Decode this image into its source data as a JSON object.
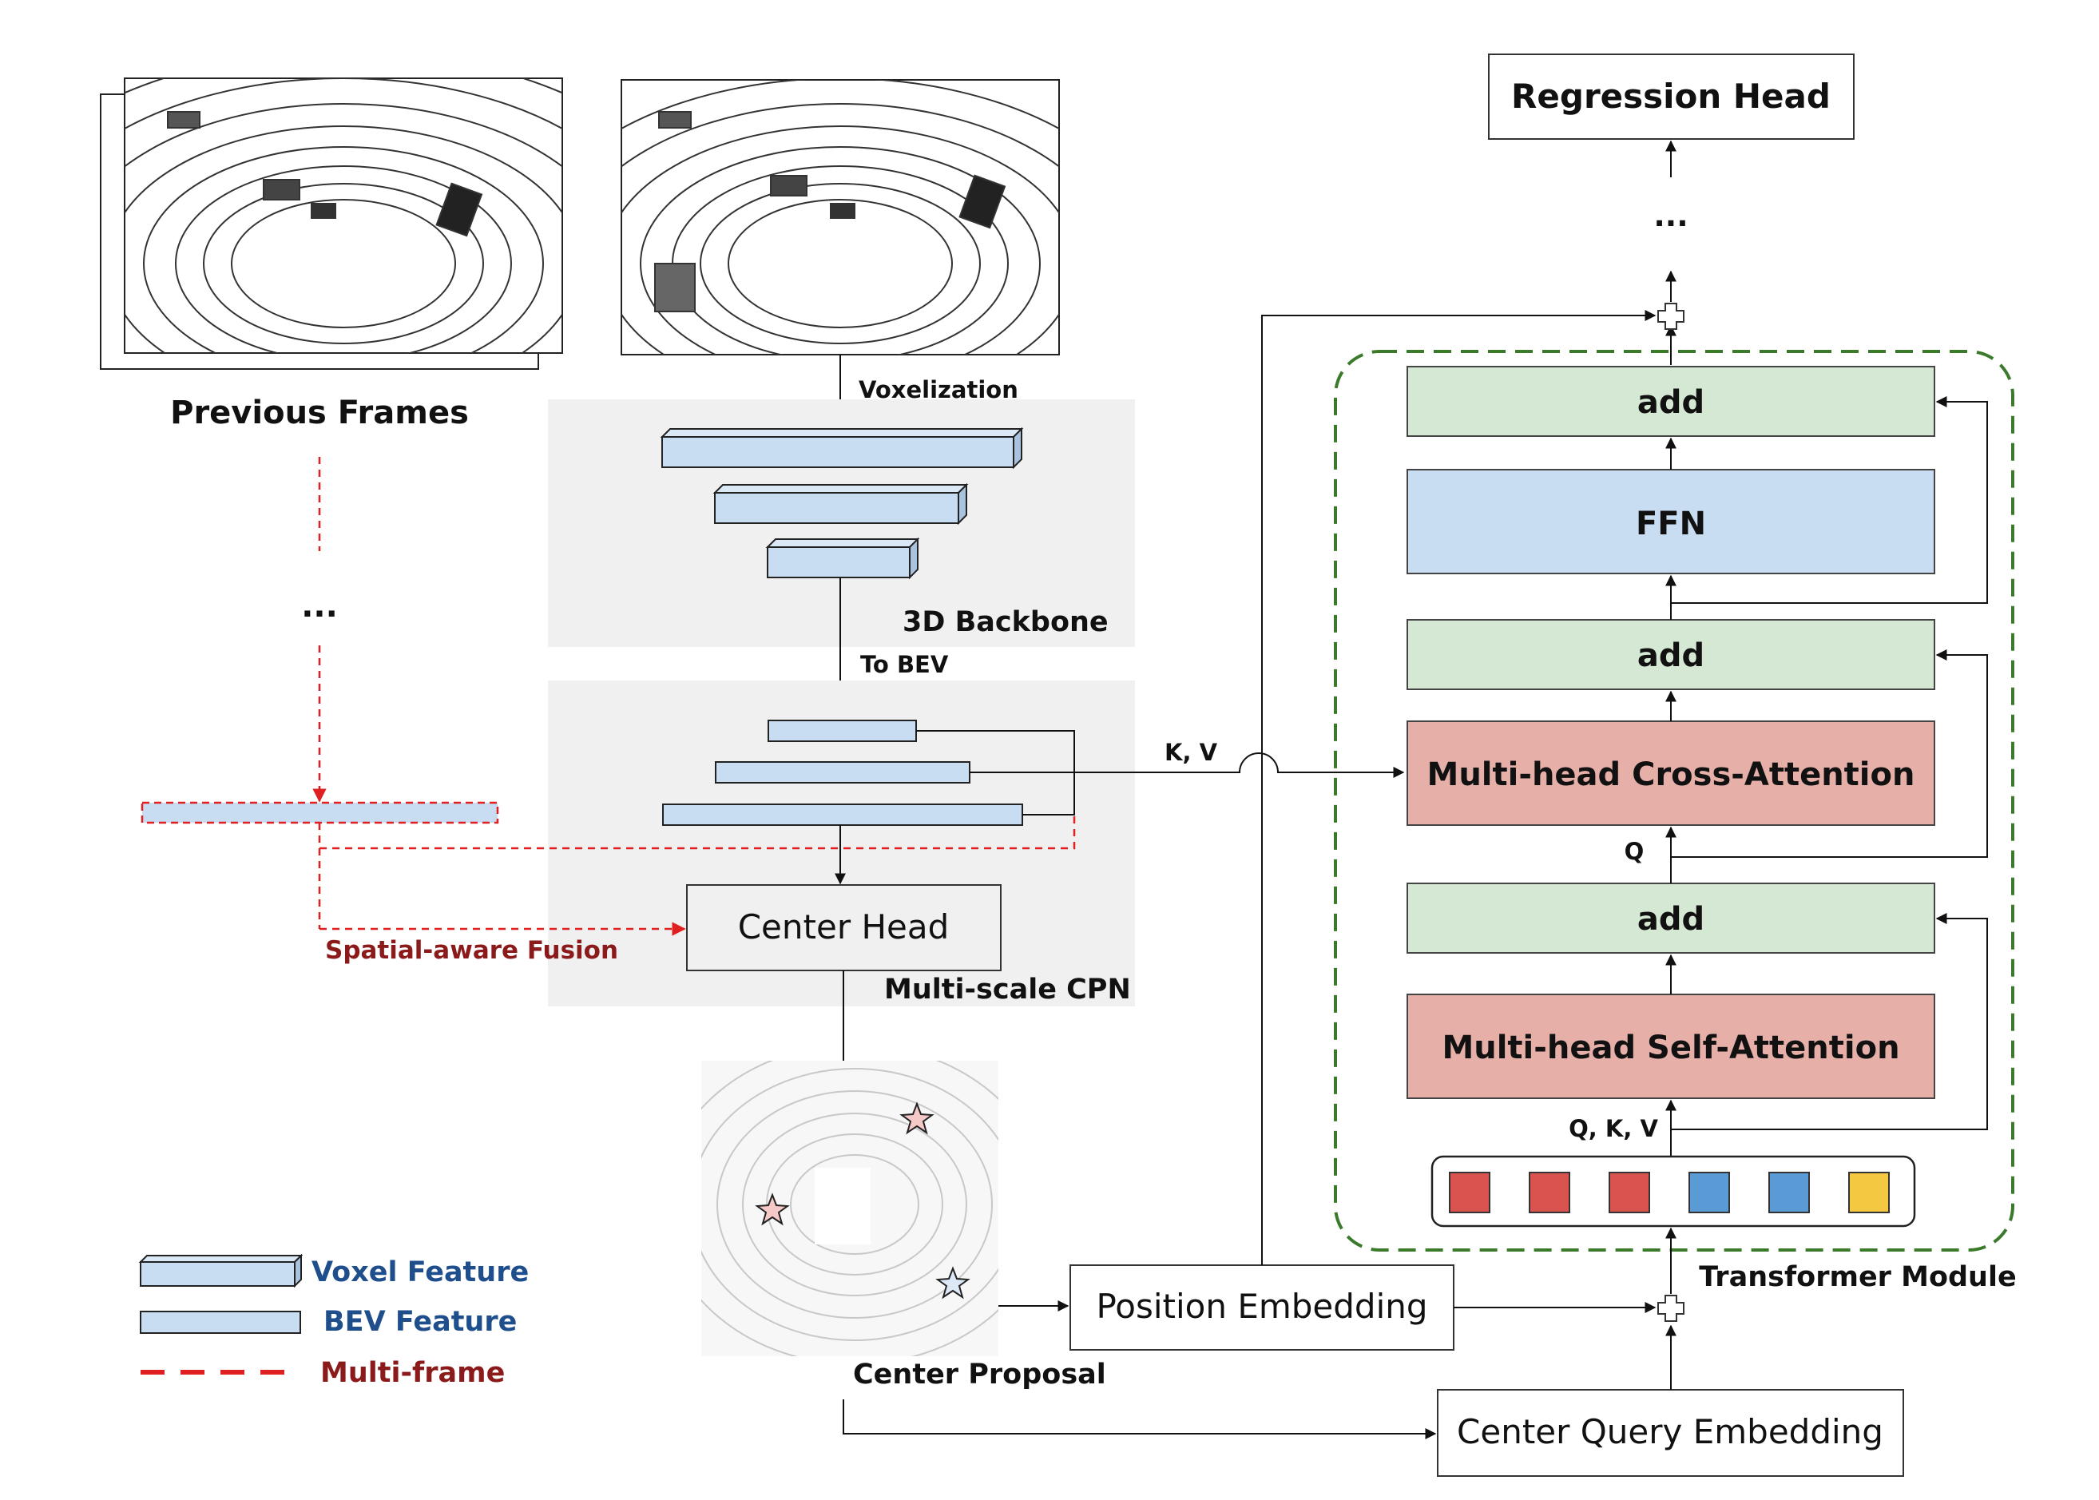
{
  "pipeline": {
    "previous_frames_label": "Previous Frames",
    "dots_left": "...",
    "voxelization_label": "Voxelization",
    "backbone_label": "3D Backbone",
    "to_bev_label": "To BEV",
    "kv_label": "K, V",
    "spatial_fusion_label": "Spatial-aware Fusion",
    "center_head_label": "Center Head",
    "cpn_label": "Multi-scale CPN",
    "center_proposal_label": "Center Proposal",
    "position_embedding_label": "Position Embedding",
    "center_query_label": "Center Query Embedding"
  },
  "transformer": {
    "regression_head_label": "Regression Head",
    "dots_top": "...",
    "add_top_label": "add",
    "ffn_label": "FFN",
    "add_mid_label": "add",
    "cross_attention_label": "Multi-head Cross-Attention",
    "q_label": "Q",
    "add_bottom_label": "add",
    "self_attention_label": "Multi-head Self-Attention",
    "qkv_label": "Q, K,  V",
    "module_label": "Transformer Module",
    "query_token_colors": [
      "#d9534f",
      "#d9534f",
      "#d9534f",
      "#5b9bd5",
      "#5b9bd5",
      "#f5c842"
    ]
  },
  "legend": {
    "voxel_feature": "Voxel Feature",
    "bev_feature": "BEV Feature",
    "multi_frame": "Multi-frame"
  },
  "colors": {
    "voxel_fill": "#c9ddf2",
    "add_fill": "#d5e8d4",
    "ffn_fill": "#c9ddf2",
    "attention_fill": "#e6b0a9",
    "panel_gray": "#f0f0f0",
    "multiframe_red": "#e02020",
    "legend_blue": "#1f4e8c",
    "legend_darkred": "#8b1a1a",
    "module_green": "#3a7a2a"
  }
}
